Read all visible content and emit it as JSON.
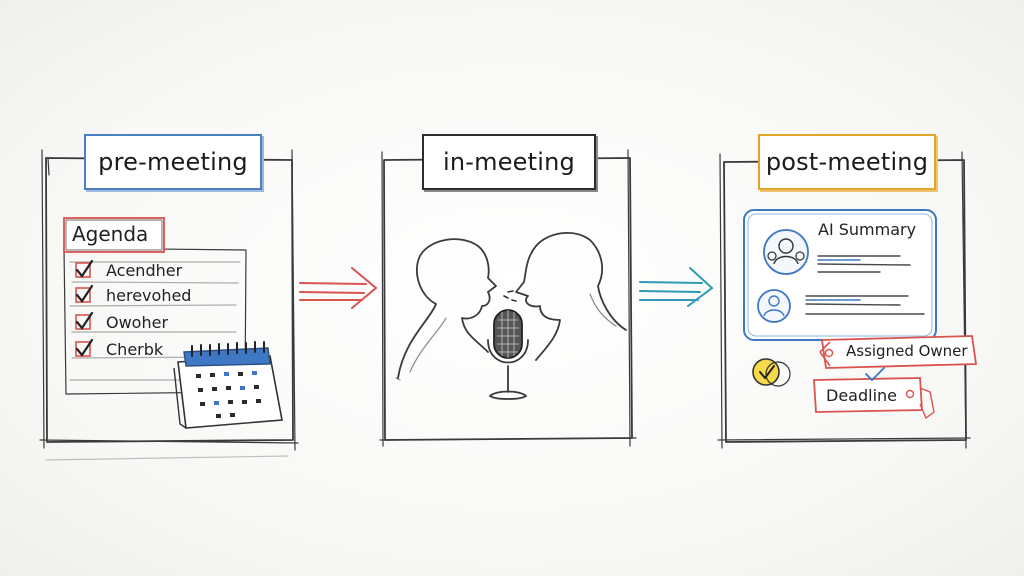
{
  "stages": [
    {
      "title": "pre-meeting",
      "accent": "#4a7fc1",
      "agenda_title": "Agenda",
      "agenda_items": [
        "Acendher",
        "herevohed",
        "Owoher",
        "Cherbk"
      ]
    },
    {
      "title": "in-meeting",
      "accent": "#2c2c2c"
    },
    {
      "title": "post-meeting",
      "accent": "#e2a52a",
      "summary_title": "AI Summary",
      "tags": [
        "Assigned Owner",
        "Deadline"
      ]
    }
  ],
  "arrows": [
    {
      "from": "pre-meeting",
      "to": "in-meeting",
      "color": "#d9534f"
    },
    {
      "from": "in-meeting",
      "to": "post-meeting",
      "color": "#2e9bb5"
    }
  ],
  "icons": [
    "checkbox-icon",
    "calendar-icon",
    "microphone-icon",
    "person-silhouette-icon",
    "avatar-icon",
    "tag-icon",
    "checkmark-icon"
  ]
}
